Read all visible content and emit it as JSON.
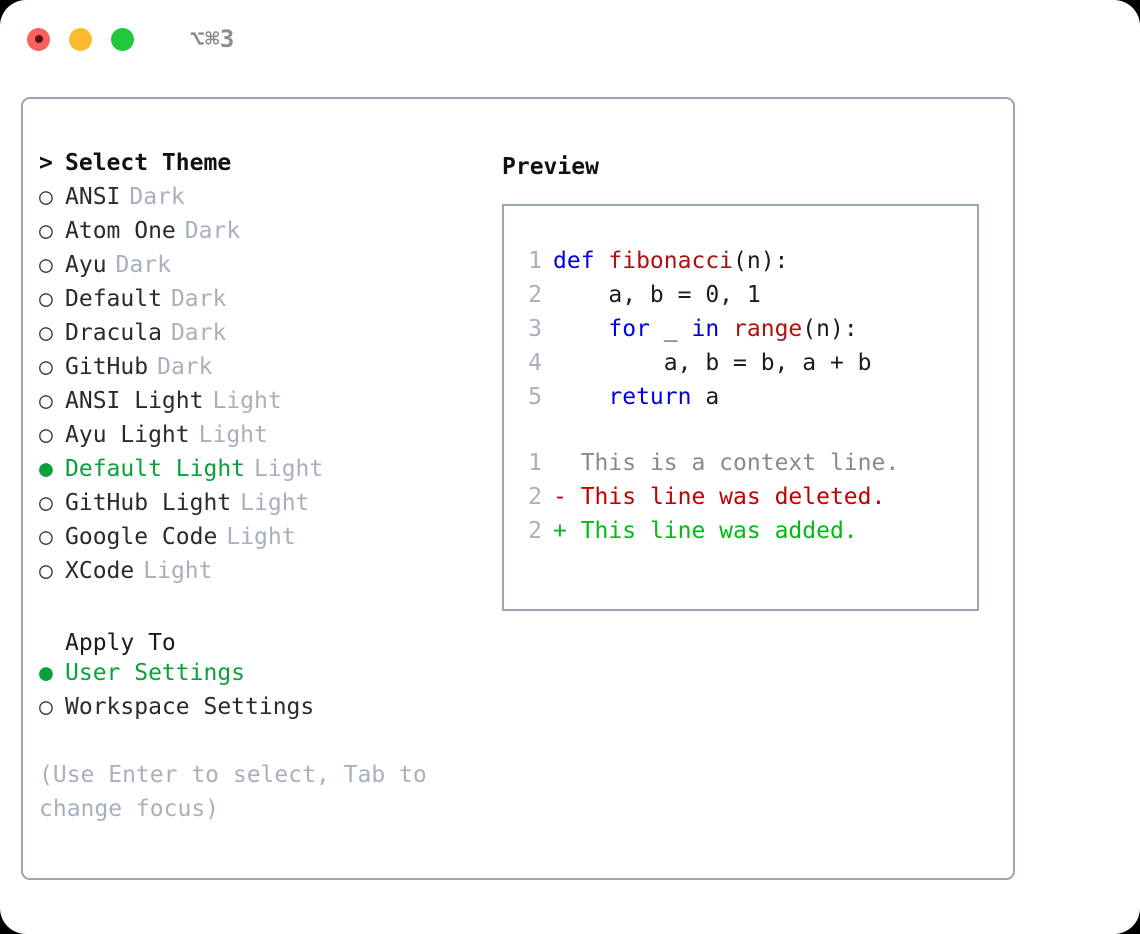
{
  "window": {
    "shortcut": "⌥⌘3",
    "traffic_lights": [
      {
        "name": "close-button",
        "color": "#f9615c"
      },
      {
        "name": "minimize-button",
        "color": "#fcbb2e"
      },
      {
        "name": "maximize-button",
        "color": "#22c83c"
      }
    ]
  },
  "colors": {
    "selected_green": "#0aa03c",
    "muted_gray": "#a8b0bd",
    "border": "#9aa5b8",
    "keyword_blue": "#0000e0",
    "function_red": "#b01010",
    "diff_delete": "#c00000",
    "diff_add": "#00bb14"
  },
  "theme_picker": {
    "header_marker": ">",
    "header": "Select Theme",
    "bullet_off": "○",
    "bullet_on": "●",
    "items": [
      {
        "label": "ANSI",
        "kind": "Dark",
        "selected": false
      },
      {
        "label": "Atom One",
        "kind": "Dark",
        "selected": false
      },
      {
        "label": "Ayu",
        "kind": "Dark",
        "selected": false
      },
      {
        "label": "Default",
        "kind": "Dark",
        "selected": false
      },
      {
        "label": "Dracula",
        "kind": "Dark",
        "selected": false
      },
      {
        "label": "GitHub",
        "kind": "Dark",
        "selected": false
      },
      {
        "label": "ANSI Light",
        "kind": "Light",
        "selected": false
      },
      {
        "label": "Ayu Light",
        "kind": "Light",
        "selected": false
      },
      {
        "label": "Default Light",
        "kind": "Light",
        "selected": true
      },
      {
        "label": "GitHub Light",
        "kind": "Light",
        "selected": false
      },
      {
        "label": "Google Code",
        "kind": "Light",
        "selected": false
      },
      {
        "label": "XCode",
        "kind": "Light",
        "selected": false
      }
    ]
  },
  "apply_to": {
    "title": "Apply To",
    "options": [
      {
        "label": "User Settings",
        "selected": true
      },
      {
        "label": "Workspace Settings",
        "selected": false
      }
    ]
  },
  "hint": "(Use Enter to select, Tab to change focus)",
  "preview": {
    "title": "Preview",
    "code_lines": [
      {
        "num": "1",
        "tokens": [
          {
            "t": "def ",
            "c": "kw"
          },
          {
            "t": "fibonacci",
            "c": "fn"
          },
          {
            "t": "(n):",
            "c": "pl"
          }
        ]
      },
      {
        "num": "2",
        "tokens": [
          {
            "t": "    a, b = 0, 1",
            "c": "pl"
          }
        ]
      },
      {
        "num": "3",
        "tokens": [
          {
            "t": "    ",
            "c": "pl"
          },
          {
            "t": "for",
            "c": "kw"
          },
          {
            "t": " _ ",
            "c": "pl"
          },
          {
            "t": "in ",
            "c": "kw"
          },
          {
            "t": "range",
            "c": "fn"
          },
          {
            "t": "(n):",
            "c": "pl"
          }
        ]
      },
      {
        "num": "4",
        "tokens": [
          {
            "t": "        a, b = b, a + b",
            "c": "pl"
          }
        ]
      },
      {
        "num": "5",
        "tokens": [
          {
            "t": "    ",
            "c": "pl"
          },
          {
            "t": "return",
            "c": "kw"
          },
          {
            "t": " a",
            "c": "pl"
          }
        ]
      }
    ],
    "diff_lines": [
      {
        "num": "1",
        "marker": " ",
        "text": "This is a context line.",
        "type": "context"
      },
      {
        "num": "2",
        "marker": "-",
        "text": "This line was deleted.",
        "type": "delete"
      },
      {
        "num": "2",
        "marker": "+",
        "text": "This line was added.",
        "type": "add"
      }
    ]
  }
}
